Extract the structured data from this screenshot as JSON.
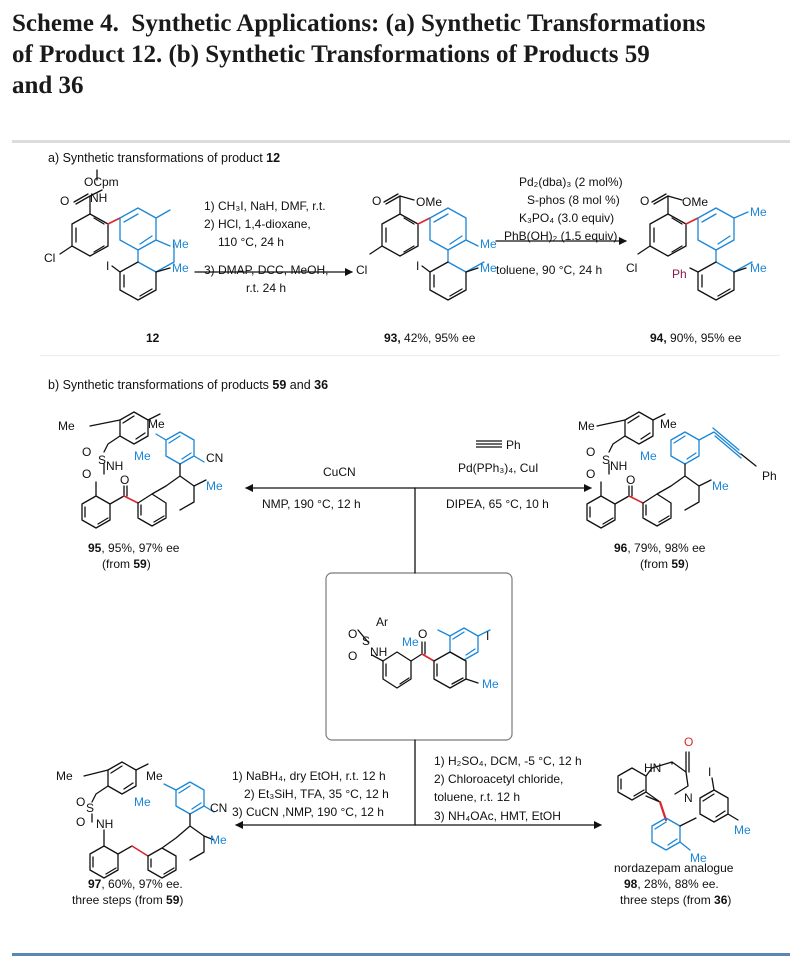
{
  "title": {
    "line1": "Scheme 4. Synthetic Applications: (a) Synthetic Transformations",
    "line2": "of Product 12. (b) Synthetic Transformations of Products 59",
    "line3": "and 36"
  },
  "colors": {
    "black": "#111111",
    "blue": "#1a86d6",
    "red": "#d8262d",
    "maroon": "#8b1a4a",
    "rule_grey": "#dcdcdc",
    "rule_blue": "#5a86b8"
  },
  "part_a": {
    "header_prefix": "a) Synthetic transformations of product ",
    "header_bold": "12",
    "reaction1": {
      "conditions": [
        "1) CH₃I, NaH, DMF, r.t.",
        "2) HCl, 1,4-dioxane,",
        "110 °C, 24 h",
        "3) DMAP, DCC, MeOH,",
        "r.t. 24 h"
      ],
      "highlight": "MeOH"
    },
    "reaction2": {
      "conditions": [
        "Pd₂(dba)₃ (2 mol%)",
        "S-phos (8 mol %)",
        "K₃PO₄ (3.0 equiv)",
        "PhB(OH)₂ (1.5 equiv)",
        "toluene, 90 °C, 24 h"
      ],
      "highlight": "PhB(OH)₂"
    },
    "compounds": [
      {
        "id": "12",
        "caption": "12"
      },
      {
        "id": "93",
        "caption_bold": "93,",
        "caption": " 42%, 95% ee"
      },
      {
        "id": "94",
        "caption_bold": "94,",
        "caption": " 90%, 95% ee"
      }
    ],
    "atoms": {
      "OCpm": "OCpm",
      "NH": "NH",
      "O": "O",
      "OMe": "OMe",
      "Cl": "Cl",
      "I": "I",
      "Me": "Me",
      "Ph": "Ph"
    }
  },
  "part_b": {
    "header_prefix": "b) Synthetic transformations of products ",
    "header_bold1": "59",
    "header_mid": " and ",
    "header_bold2": "36",
    "left_top": {
      "reagent": "CuCN",
      "conditions": "NMP, 190 °C, 12 h"
    },
    "right_top": {
      "reagent_alkyne": "Ph",
      "reagents": "Pd(PPh₃)₄, CuI",
      "conditions": "DIPEA, 65 °C, 10 h"
    },
    "left_bottom": {
      "conditions": [
        "1) NaBH₄, dry EtOH, r.t. 12 h",
        "2) Et₃SiH, TFA, 35 °C, 12 h",
        "3) CuCN ,NMP, 190 °C, 12 h"
      ]
    },
    "right_bottom": {
      "conditions": [
        "1) H₂SO₄, DCM, -5 °C, 12 h",
        "2) Chloroacetyl chloride,",
        "toluene, r.t. 12 h",
        "3) NH₄OAc, HMT, EtOH"
      ]
    },
    "compounds": [
      {
        "id": "95",
        "line1_bold": "95",
        "line1": ", 95%, 97% ee",
        "line2_pre": "(from ",
        "line2_bold": "59",
        "line2_post": ")"
      },
      {
        "id": "96",
        "line1_bold": "96",
        "line1": ", 79%, 98% ee",
        "line2_pre": "(from ",
        "line2_bold": "59",
        "line2_post": ")"
      },
      {
        "id": "97",
        "line1_bold": "97",
        "line1": ", 60%, 97% ee.",
        "line2_pre": "three steps (from ",
        "line2_bold": "59",
        "line2_post": ")"
      },
      {
        "id": "98",
        "line0": "nordazepam analogue",
        "line1_bold": "98",
        "line1": ", 28%, 88% ee.",
        "line2_pre": "three steps (from ",
        "line2_bold": "36",
        "line2_post": ")"
      }
    ],
    "atoms": {
      "Ar": "Ar",
      "O": "O",
      "S": "S",
      "NH": "NH",
      "HN": "HN",
      "N": "N",
      "Me": "Me",
      "CN": "CN",
      "I": "I",
      "Ph": "Ph"
    }
  }
}
